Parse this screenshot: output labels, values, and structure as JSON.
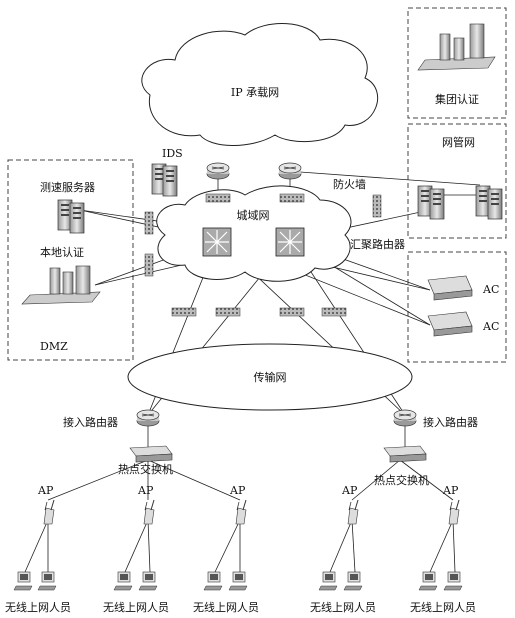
{
  "clouds": {
    "ip_backbone": "IP 承载网",
    "metro": "城域网",
    "transport": "传输网"
  },
  "labels": {
    "ids": "IDS",
    "firewall": "防火墙",
    "aggregation_router": "汇聚路由器",
    "speed_test_server": "测速服务器",
    "local_auth": "本地认证",
    "dmz": "DMZ",
    "group_auth": "集团认证",
    "nms": "网管网",
    "ac1": "AC",
    "ac2": "AC",
    "access_router_left": "接入路由器",
    "access_router_right": "接入路由器",
    "hotspot_switch_left": "热点交换机",
    "hotspot_switch_right": "热点交换机"
  },
  "aps": [
    "AP",
    "AP",
    "AP",
    "AP",
    "AP"
  ],
  "users": [
    "无线上网人员",
    "无线上网人员",
    "无线上网人员",
    "无线上网人员",
    "无线上网人员"
  ]
}
